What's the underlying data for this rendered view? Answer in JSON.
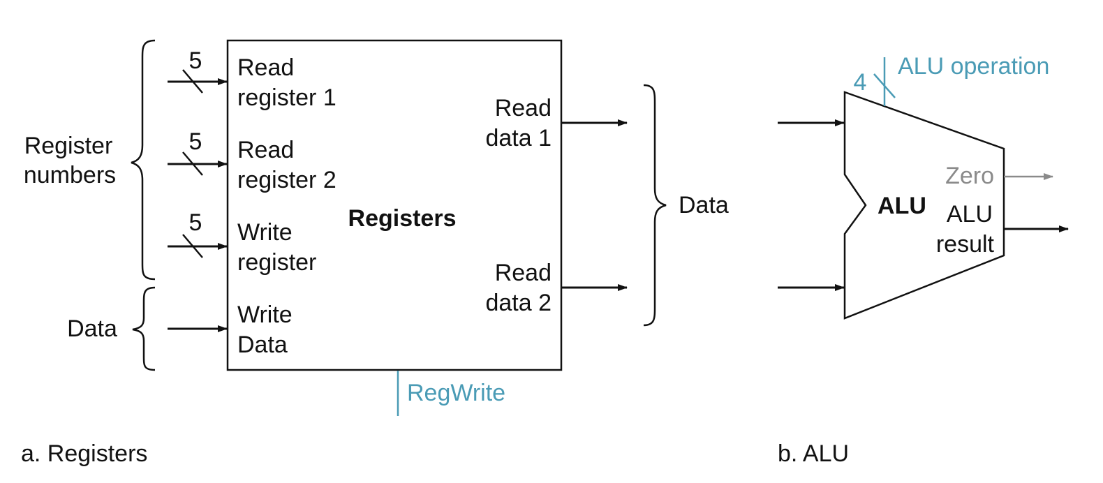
{
  "registers": {
    "block_label": "Registers",
    "group_label_register_numbers": [
      "Register",
      "numbers"
    ],
    "group_label_data_in": "Data",
    "group_label_data_out": "Data",
    "bus_width_label": "5",
    "inputs": {
      "read_register_1": [
        "Read",
        "register 1"
      ],
      "read_register_2": [
        "Read",
        "register 2"
      ],
      "write_register": [
        "Write",
        "register"
      ],
      "write_data": [
        "Write",
        "Data"
      ]
    },
    "outputs": {
      "read_data_1": [
        "Read",
        "data 1"
      ],
      "read_data_2": [
        "Read",
        "data 2"
      ]
    },
    "control_label": "RegWrite",
    "caption": "a. Registers"
  },
  "alu": {
    "block_label": "ALU",
    "control_label": "ALU operation",
    "control_width_label": "4",
    "zero_label": "Zero",
    "result_label": [
      "ALU",
      "result"
    ],
    "caption": "b. ALU"
  },
  "colors": {
    "control_blue": "#4a9bb5",
    "zero_gray": "#8a8a8a",
    "line_black": "#111111"
  }
}
